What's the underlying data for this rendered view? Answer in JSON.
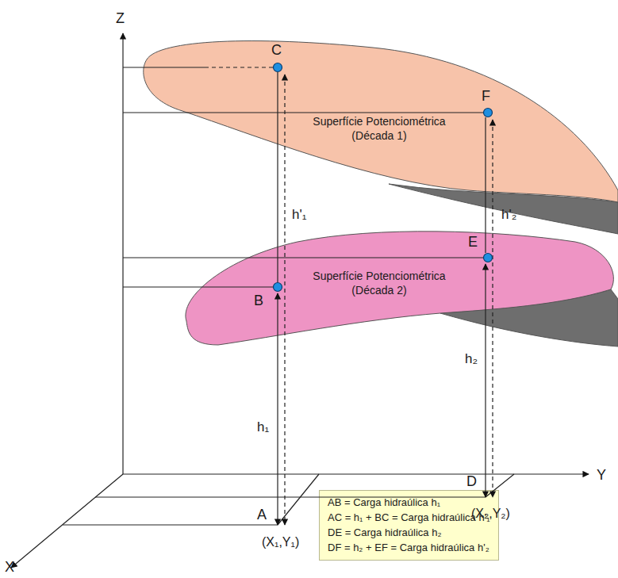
{
  "diagram": {
    "nodes": [
      {
        "text": [
          "Superfície Potenciométrica (Década 1)"
        ]
      },
      {
        "text": [
          "Superfície Potenciométrica (Década 2)"
        ]
      },
      {
        "text": [
          "AB = Carga hidraúlica h₁",
          "AC = h₁ + BC = Carga hidraúlica h'₁",
          "DE = Carga hidraúlica h₂",
          "DF = h₂ + EF = Carga hidraúlica h'₂"
        ]
      }
    ],
    "labels": [
      "Z",
      "Y",
      "X",
      "C",
      "F",
      "B",
      "E",
      "A",
      "D",
      "h'₁",
      "h'₂",
      "h₁",
      "h₂",
      "(X₁,Y₁)",
      "(X₂,Y₂)"
    ]
  }
}
